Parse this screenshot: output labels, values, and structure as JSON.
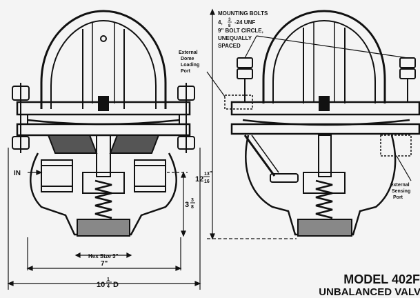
{
  "labels": {
    "mounting_bolts_title": "MOUNTING BOLTS",
    "mounting_bolts_spec_num": "4,",
    "mounting_bolts_spec_thread": "-24 UNF",
    "bolt_circle": "9\" BOLT CIRCLE,",
    "unequally": "UNEQUALLY",
    "spaced": "SPACED",
    "dome_port_line1": "External",
    "dome_port_line2": "Dome",
    "dome_port_line3": "Loading",
    "dome_port_line4": "Port",
    "sensing_port_line1": "External",
    "sensing_port_line2": "Sensing",
    "sensing_port_line3": "Port",
    "inlet": "IN",
    "hex_size": "Hex Size 3\"",
    "width_7": "7\"",
    "dia_whole": "10",
    "dia_unit": "D",
    "height_whole": "12",
    "height_unit": "\"",
    "inlet_height_whole": "3",
    "model": "MODEL 402F",
    "subtitle": "UNBALANCED VALVE"
  },
  "fractions": {
    "bolt_num": "3",
    "bolt_den": "8",
    "dia_num": "1",
    "dia_den": "4",
    "height_num": "13",
    "height_den": "16",
    "inlet_num": "3",
    "inlet_den": "8"
  }
}
